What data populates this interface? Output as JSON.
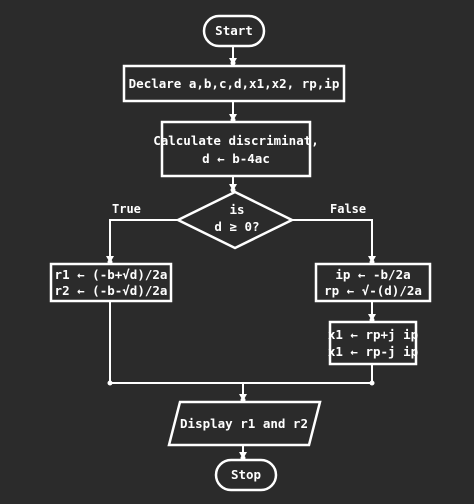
{
  "nodes": {
    "start": "Start",
    "declare": "Declare a,b,c,d,x1,x2, rp,ip",
    "calc_line1": "Calculate discriminat,",
    "calc_line2": "d ← b-4ac",
    "decision_line1": "is",
    "decision_line2": "d ≥ 0?",
    "real_line1": "r1 ← (-b+√d)/2a",
    "real_line2": "r2 ← (-b-√d)/2a",
    "imag_line1": "ip ← -b/2a",
    "imag_line2": "rp ← √-(d)/2a",
    "complex_line1": "x1 ← rp+j ip",
    "complex_line2": "x1 ← rp-j ip",
    "display": "Display r1 and r2",
    "stop": "Stop"
  },
  "branches": {
    "true_label": "True",
    "false_label": "False"
  },
  "colors": {
    "background": "#2b2b2b",
    "stroke": "#ffffff",
    "text": "#ffffff"
  }
}
